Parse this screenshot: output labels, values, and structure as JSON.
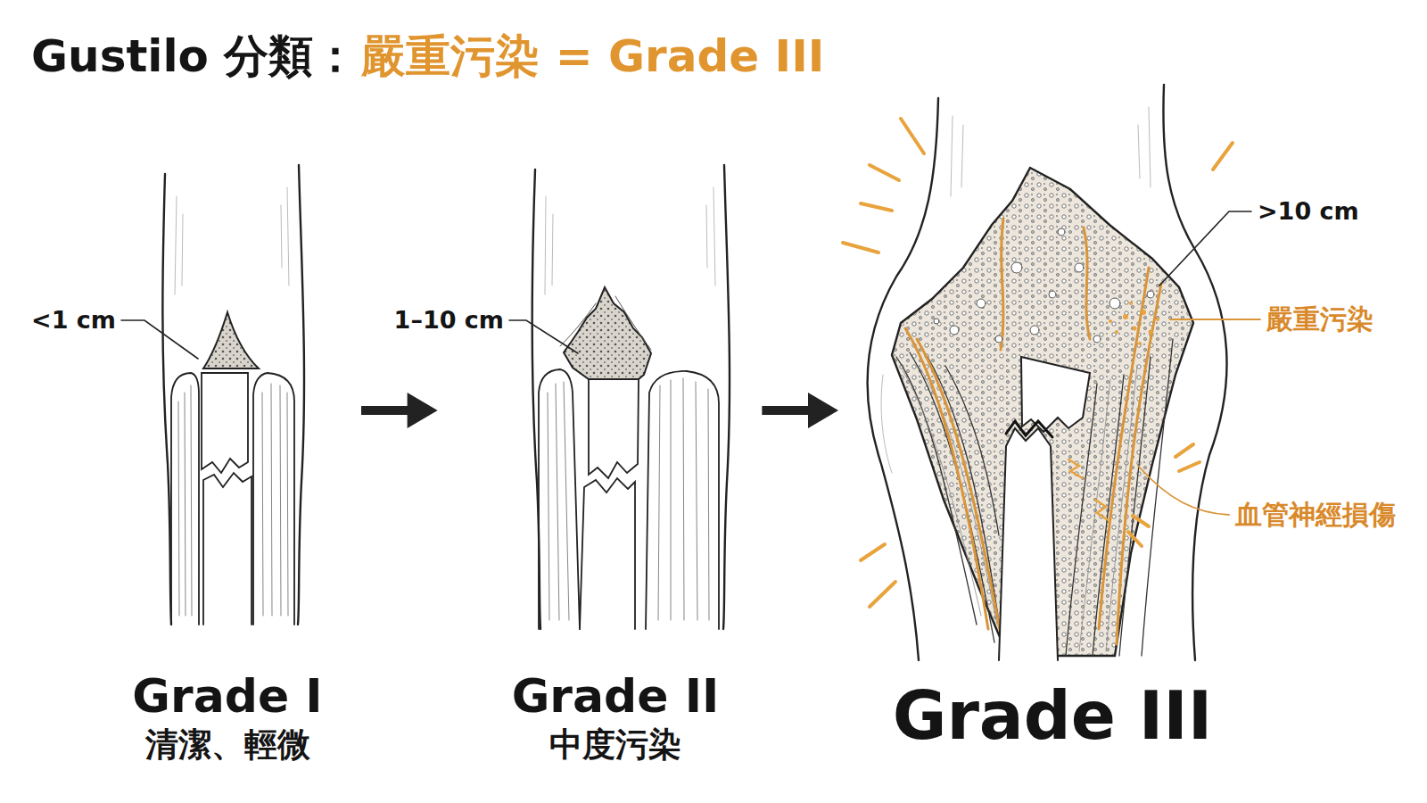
{
  "diagram": {
    "title": "Gustilo 分類：",
    "nodes": [
      {
        "text": [
          "Grade I",
          "清潔、輕微"
        ]
      },
      {
        "text": [
          "Grade II",
          "中度污染"
        ]
      },
      {
        "text": [
          "Grade III"
        ]
      }
    ],
    "edges": [
      {
        "from": 0,
        "to": 1,
        "arrow": "to"
      },
      {
        "from": 1,
        "to": 2,
        "arrow": "to"
      }
    ],
    "labels": [
      "嚴重污染 = Grade III",
      "<1 cm",
      "1–10 cm",
      ">10 cm",
      "嚴重污染",
      "血管神經損傷"
    ]
  }
}
